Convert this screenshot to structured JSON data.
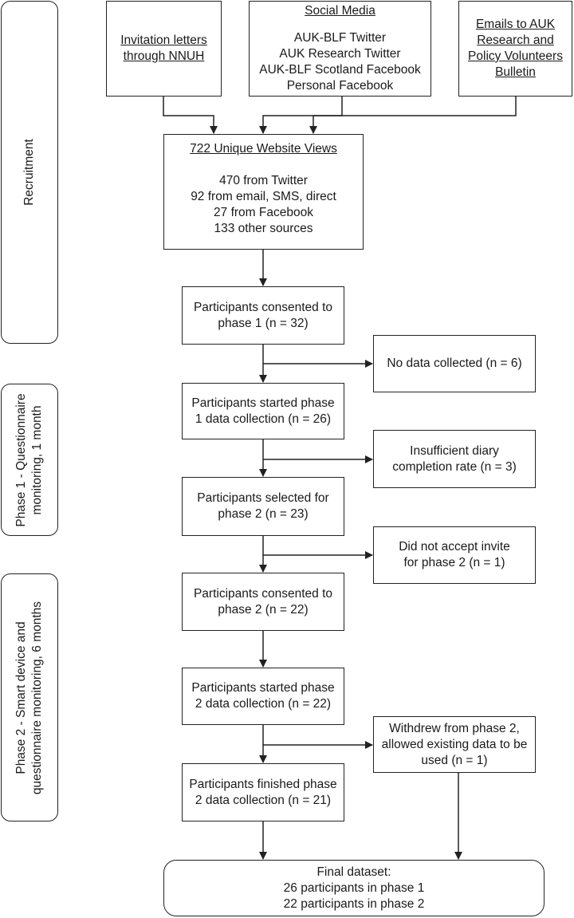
{
  "phases": {
    "recruitment": [
      "Recruitment"
    ],
    "phase1": [
      "Phase 1 - Questionnaire",
      "monitoring, 1 month"
    ],
    "phase2": [
      "Phase 2 - Smart device and",
      "questionnaire monitoring, 6 months"
    ]
  },
  "sources": {
    "invitation": {
      "title": [
        "Invitation letters",
        "through NNUH"
      ]
    },
    "social": {
      "title": [
        "Social Media"
      ],
      "lines": [
        "AUK-BLF Twitter",
        "AUK Research Twitter",
        "AUK-BLF Scotland Facebook",
        "Personal Facebook"
      ]
    },
    "emails": {
      "title": [
        "Emails to AUK",
        "Research and",
        "Policy Volunteers",
        "Bulletin"
      ]
    }
  },
  "website": {
    "title": [
      "722 Unique Website Views"
    ],
    "lines": [
      "470 from Twitter",
      "92 from email, SMS, direct",
      "27 from Facebook",
      "133 other sources"
    ]
  },
  "steps": {
    "consent1": [
      "Participants consented to",
      "phase 1 (n = 32)"
    ],
    "started1": [
      "Participants started phase",
      "1 data collection (n = 26)"
    ],
    "selected2": [
      "Participants selected for",
      "phase 2 (n = 23)"
    ],
    "consent2": [
      "Participants consented to",
      "phase 2 (n = 22)"
    ],
    "started2": [
      "Participants started phase",
      "2 data collection (n = 22)"
    ],
    "finished2": [
      "Participants finished phase",
      "2 data collection (n = 21)"
    ]
  },
  "exclusions": {
    "nodata": [
      "No data collected (n = 6)"
    ],
    "insufficient": [
      "Insufficient diary",
      "completion rate (n = 3)"
    ],
    "declined": [
      "Did not accept invite",
      "for phase 2 (n = 1)"
    ],
    "withdrew": [
      "Withdrew from phase 2,",
      "allowed existing data to be",
      "used (n = 1)"
    ]
  },
  "final": [
    "Final dataset:",
    "26 participants in phase 1",
    "22 participants in phase 2"
  ]
}
